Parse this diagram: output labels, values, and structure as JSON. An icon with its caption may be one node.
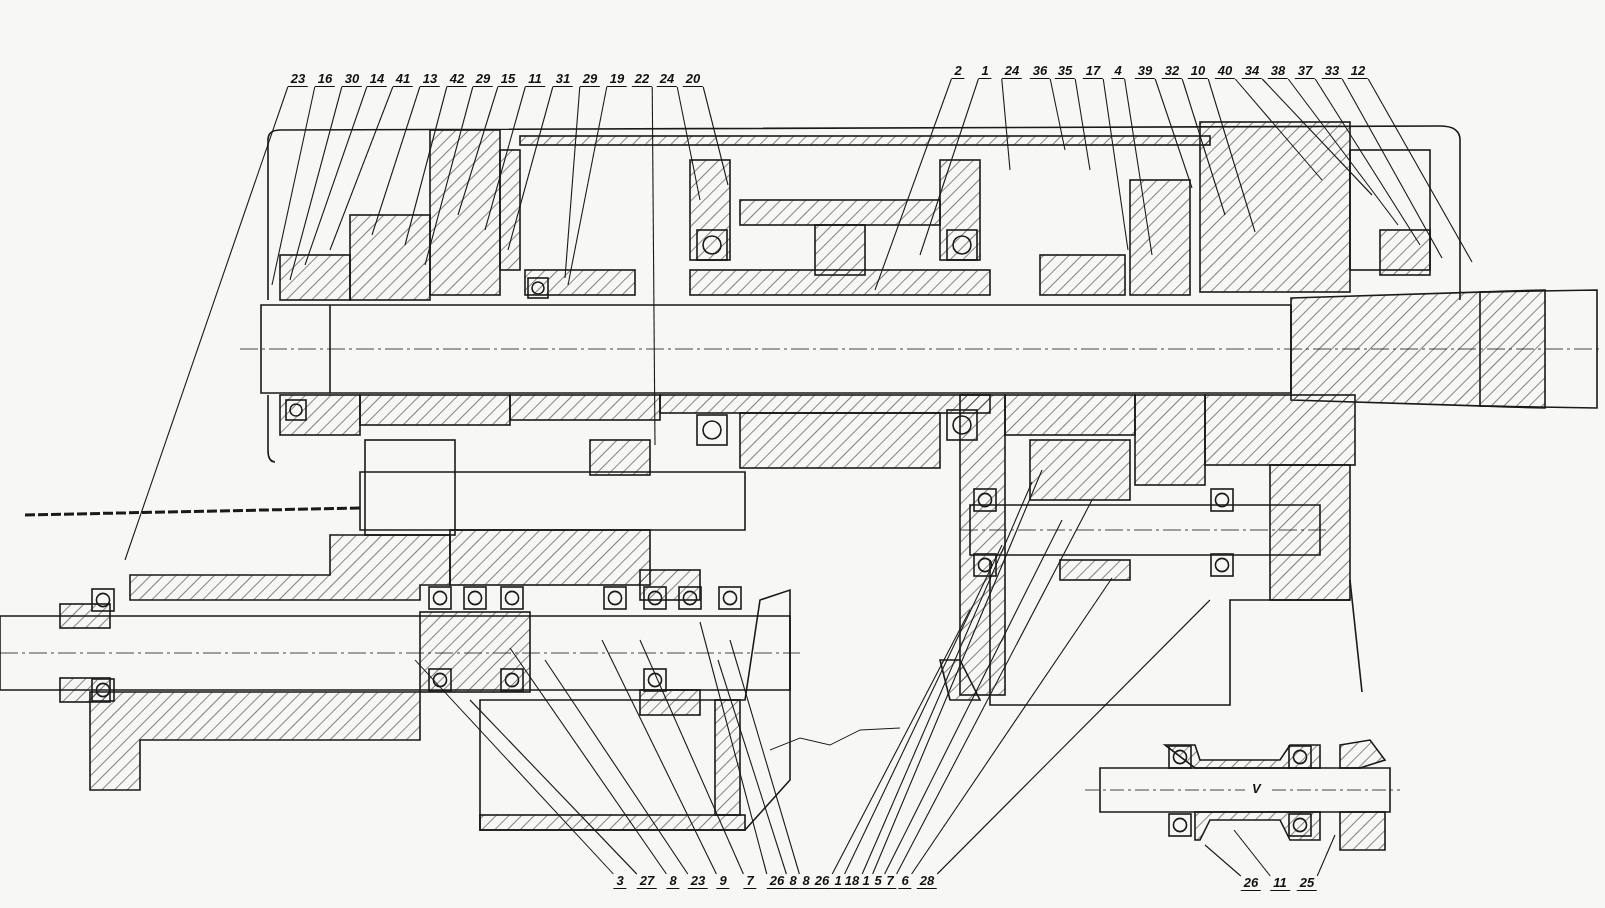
{
  "diagram": {
    "nodes": [
      {
        "text": [
          "23"
        ]
      },
      {
        "text": [
          "16"
        ]
      },
      {
        "text": [
          "30"
        ]
      },
      {
        "text": [
          "14"
        ]
      },
      {
        "text": [
          "41"
        ]
      },
      {
        "text": [
          "13"
        ]
      },
      {
        "text": [
          "42"
        ]
      },
      {
        "text": [
          "29"
        ]
      },
      {
        "text": [
          "15"
        ]
      },
      {
        "text": [
          "11"
        ]
      },
      {
        "text": [
          "31"
        ]
      },
      {
        "text": [
          "29"
        ]
      },
      {
        "text": [
          "19"
        ]
      },
      {
        "text": [
          "22"
        ]
      },
      {
        "text": [
          "24"
        ]
      },
      {
        "text": [
          "20"
        ]
      },
      {
        "text": [
          "2"
        ]
      },
      {
        "text": [
          "1"
        ]
      },
      {
        "text": [
          "24"
        ]
      },
      {
        "text": [
          "36"
        ]
      },
      {
        "text": [
          "35"
        ]
      },
      {
        "text": [
          "17"
        ]
      },
      {
        "text": [
          "4"
        ]
      },
      {
        "text": [
          "39"
        ]
      },
      {
        "text": [
          "32"
        ]
      },
      {
        "text": [
          "10"
        ]
      },
      {
        "text": [
          "40"
        ]
      },
      {
        "text": [
          "34"
        ]
      },
      {
        "text": [
          "38"
        ]
      },
      {
        "text": [
          "37"
        ]
      },
      {
        "text": [
          "33"
        ]
      },
      {
        "text": [
          "12"
        ]
      },
      {
        "text": [
          "3"
        ]
      },
      {
        "text": [
          "27"
        ]
      },
      {
        "text": [
          "8"
        ]
      },
      {
        "text": [
          "23"
        ]
      },
      {
        "text": [
          "9"
        ]
      },
      {
        "text": [
          "7"
        ]
      },
      {
        "text": [
          "26"
        ]
      },
      {
        "text": [
          "8"
        ]
      },
      {
        "text": [
          "8"
        ]
      },
      {
        "text": [
          "26"
        ]
      },
      {
        "text": [
          "1"
        ]
      },
      {
        "text": [
          "18"
        ]
      },
      {
        "text": [
          "1"
        ]
      },
      {
        "text": [
          "5"
        ]
      },
      {
        "text": [
          "7"
        ]
      },
      {
        "text": [
          "6"
        ]
      },
      {
        "text": [
          "28"
        ]
      },
      {
        "text": [
          "26"
        ]
      },
      {
        "text": [
          "11"
        ]
      },
      {
        "text": [
          "25"
        ]
      }
    ],
    "edges": [
      {
        "from": 0,
        "to": null,
        "arrow": "none"
      },
      {
        "from": 1,
        "to": null,
        "arrow": "none"
      },
      {
        "from": 2,
        "to": null,
        "arrow": "none"
      },
      {
        "from": 3,
        "to": null,
        "arrow": "none"
      },
      {
        "from": 4,
        "to": null,
        "arrow": "none"
      },
      {
        "from": 5,
        "to": null,
        "arrow": "none"
      },
      {
        "from": 6,
        "to": null,
        "arrow": "none"
      },
      {
        "from": 7,
        "to": null,
        "arrow": "none"
      },
      {
        "from": 8,
        "to": null,
        "arrow": "none"
      },
      {
        "from": 9,
        "to": null,
        "arrow": "none"
      },
      {
        "from": 10,
        "to": null,
        "arrow": "none"
      },
      {
        "from": 11,
        "to": null,
        "arrow": "none"
      },
      {
        "from": 12,
        "to": null,
        "arrow": "none"
      },
      {
        "from": 13,
        "to": null,
        "arrow": "none"
      },
      {
        "from": 14,
        "to": null,
        "arrow": "none"
      },
      {
        "from": 15,
        "to": null,
        "arrow": "none"
      },
      {
        "from": 16,
        "to": null,
        "arrow": "none"
      },
      {
        "from": 17,
        "to": null,
        "arrow": "none"
      },
      {
        "from": 18,
        "to": null,
        "arrow": "none"
      },
      {
        "from": 19,
        "to": null,
        "arrow": "none"
      },
      {
        "from": 20,
        "to": null,
        "arrow": "none"
      },
      {
        "from": 21,
        "to": null,
        "arrow": "none"
      },
      {
        "from": 22,
        "to": null,
        "arrow": "none"
      },
      {
        "from": 23,
        "to": null,
        "arrow": "none"
      },
      {
        "from": 24,
        "to": null,
        "arrow": "none"
      },
      {
        "from": 25,
        "to": null,
        "arrow": "none"
      },
      {
        "from": 26,
        "to": null,
        "arrow": "none"
      },
      {
        "from": 27,
        "to": null,
        "arrow": "none"
      },
      {
        "from": 28,
        "to": null,
        "arrow": "none"
      },
      {
        "from": 29,
        "to": null,
        "arrow": "none"
      },
      {
        "from": 30,
        "to": null,
        "arrow": "none"
      },
      {
        "from": 31,
        "to": null,
        "arrow": "none"
      },
      {
        "from": 32,
        "to": null,
        "arrow": "none"
      },
      {
        "from": 33,
        "to": null,
        "arrow": "none"
      },
      {
        "from": 34,
        "to": null,
        "arrow": "none"
      },
      {
        "from": 35,
        "to": null,
        "arrow": "none"
      },
      {
        "from": 36,
        "to": null,
        "arrow": "none"
      },
      {
        "from": 37,
        "to": null,
        "arrow": "none"
      },
      {
        "from": 38,
        "to": null,
        "arrow": "none"
      },
      {
        "from": 39,
        "to": null,
        "arrow": "none"
      },
      {
        "from": 40,
        "to": null,
        "arrow": "none"
      },
      {
        "from": 41,
        "to": null,
        "arrow": "none"
      },
      {
        "from": 42,
        "to": null,
        "arrow": "none"
      },
      {
        "from": 43,
        "to": null,
        "arrow": "none"
      },
      {
        "from": 44,
        "to": null,
        "arrow": "none"
      },
      {
        "from": 45,
        "to": null,
        "arrow": "none"
      },
      {
        "from": 46,
        "to": null,
        "arrow": "none"
      },
      {
        "from": 47,
        "to": null,
        "arrow": "none"
      },
      {
        "from": 48,
        "to": null,
        "arrow": "none"
      },
      {
        "from": 49,
        "to": null,
        "arrow": "none"
      },
      {
        "from": 50,
        "to": null,
        "arrow": "none"
      },
      {
        "from": 51,
        "to": null,
        "arrow": "none"
      }
    ],
    "labels": [
      "V"
    ]
  }
}
